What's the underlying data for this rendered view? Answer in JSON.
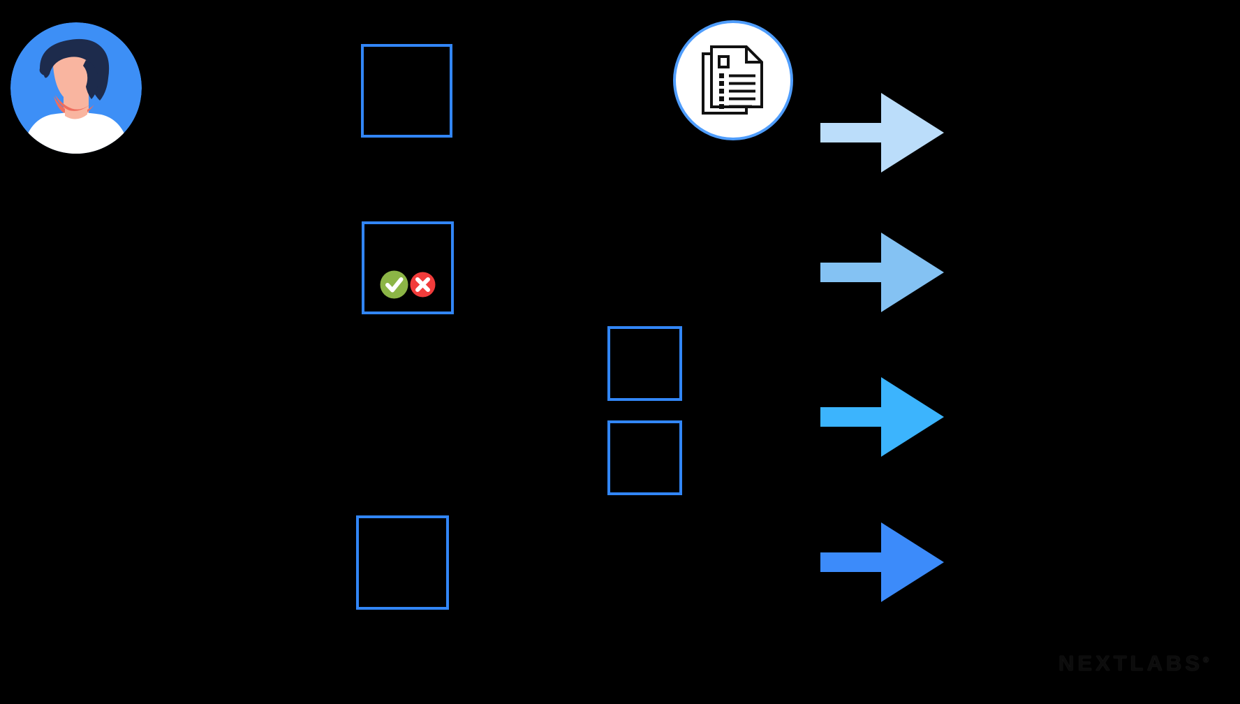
{
  "canvas": {
    "background": "#000000"
  },
  "branding": {
    "logo_text": "NEXTLABS",
    "registered_mark": "®",
    "logo_color": "#0c0c0c"
  },
  "colors": {
    "box_border": "#3286F7",
    "doc_circle_border": "#4F9DFC",
    "doc_circle_fill": "#FFFFFF",
    "doc_icon_stroke": "#111111",
    "avatar_bg": "#3D8FF6",
    "avatar_hair": "#1D2B4C",
    "avatar_skin": "#F9B5A0",
    "avatar_shadow": "#EF6E5E",
    "avatar_shirt": "#FFFFFF",
    "approve_green": "#8CB546",
    "deny_red": "#F23C3B",
    "badge_glyph": "#FFFFFF"
  },
  "arrows": [
    {
      "name": "flow-arrow-1",
      "color": "#BBDDFA"
    },
    {
      "name": "flow-arrow-2",
      "color": "#84C2F3"
    },
    {
      "name": "flow-arrow-3",
      "color": "#3CB4FD"
    },
    {
      "name": "flow-arrow-4",
      "color": "#3C8BFA"
    }
  ],
  "nodes": {
    "user_avatar": {
      "icon": "user-avatar-icon"
    },
    "request_box": {
      "type": "outline-box"
    },
    "decision_box": {
      "type": "outline-box",
      "icons": [
        "approve-check-icon",
        "deny-cross-icon"
      ]
    },
    "policy_documents": {
      "icon": "document-checklist-icon"
    },
    "detail_box_a": {
      "type": "outline-box"
    },
    "detail_box_b": {
      "type": "outline-box"
    },
    "output_box": {
      "type": "outline-box"
    }
  }
}
